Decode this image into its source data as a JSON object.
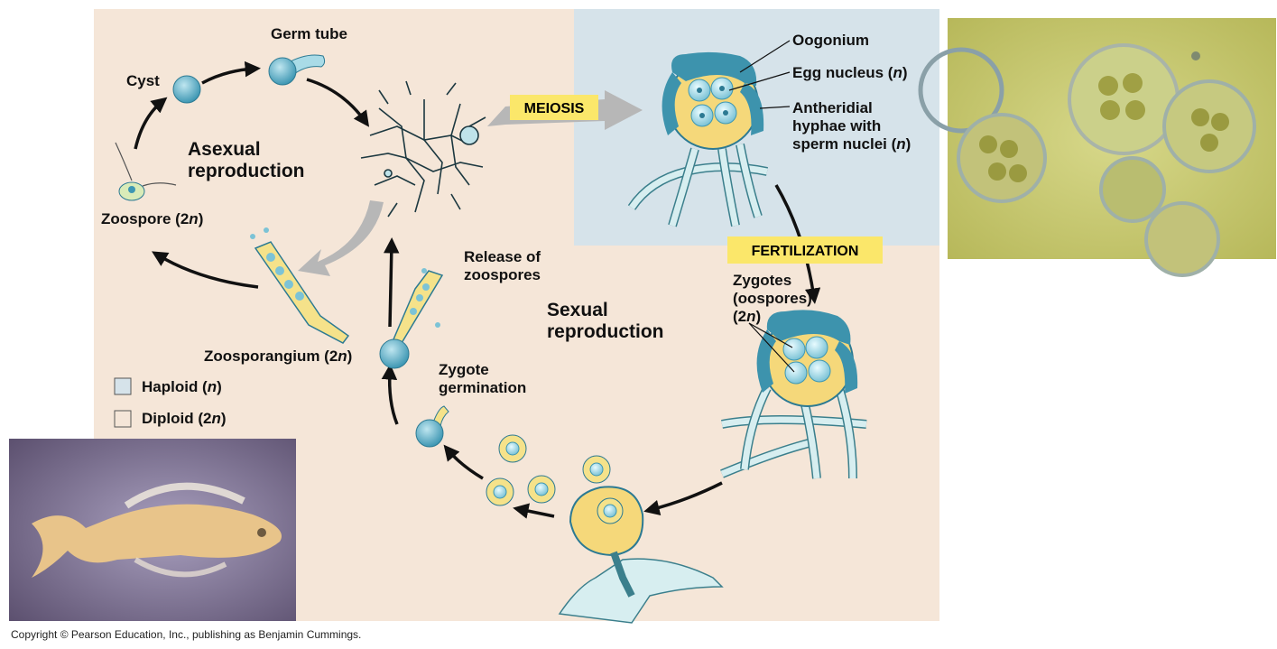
{
  "labels": {
    "germ_tube": "Germ tube",
    "cyst": "Cyst",
    "asexual_line1": "Asexual",
    "asexual_line2": "reproduction",
    "zoospore_prefix": "Zoospore (2",
    "zoospore_italic": "n",
    "zoospore_suffix": ")",
    "meiosis": "MEIOSIS",
    "oogonium": "Oogonium",
    "egg_prefix": "Egg nucleus (",
    "egg_italic": "n",
    "egg_suffix": ")",
    "antheridial_line1": "Antheridial",
    "antheridial_line2": "hyphae with",
    "antheridial_line3_prefix": "sperm nuclei (",
    "antheridial_line3_italic": "n",
    "antheridial_line3_suffix": ")",
    "fertilization": "FERTILIZATION",
    "zygotes_line1": "Zygotes",
    "zygotes_line2": "(oospores)",
    "zygotes_line3_prefix": "(2",
    "zygotes_line3_italic": "n",
    "zygotes_line3_suffix": ")",
    "release_line1": "Release of",
    "release_line2": "zoospores",
    "sexual_line1": "Sexual",
    "sexual_line2": "reproduction",
    "zoosporangium_prefix": "Zoosporangium (2",
    "zoosporangium_italic": "n",
    "zoosporangium_suffix": ")",
    "zygote_germ_line1": "Zygote",
    "zygote_germ_line2": "germination"
  },
  "legend": {
    "haploid_prefix": "Haploid (",
    "haploid_italic": "n",
    "haploid_suffix": ")",
    "diploid_prefix": "Diploid (2",
    "diploid_italic": "n",
    "diploid_suffix": ")"
  },
  "copyright": "Copyright © Pearson Education, Inc., publishing as Benjamin Cummings.",
  "colors": {
    "diploid_bg": "#f5e6d8",
    "haploid_bg": "#d6e3ea",
    "cell": "#5aaec6",
    "hypha": "#d7eef0",
    "hypha_stroke": "#3b7f8c",
    "yellow": "#f5d87a",
    "tag_yellow": "#fbe76a",
    "arrow": "#111111",
    "gray_arrow": "#b7b7b7"
  }
}
